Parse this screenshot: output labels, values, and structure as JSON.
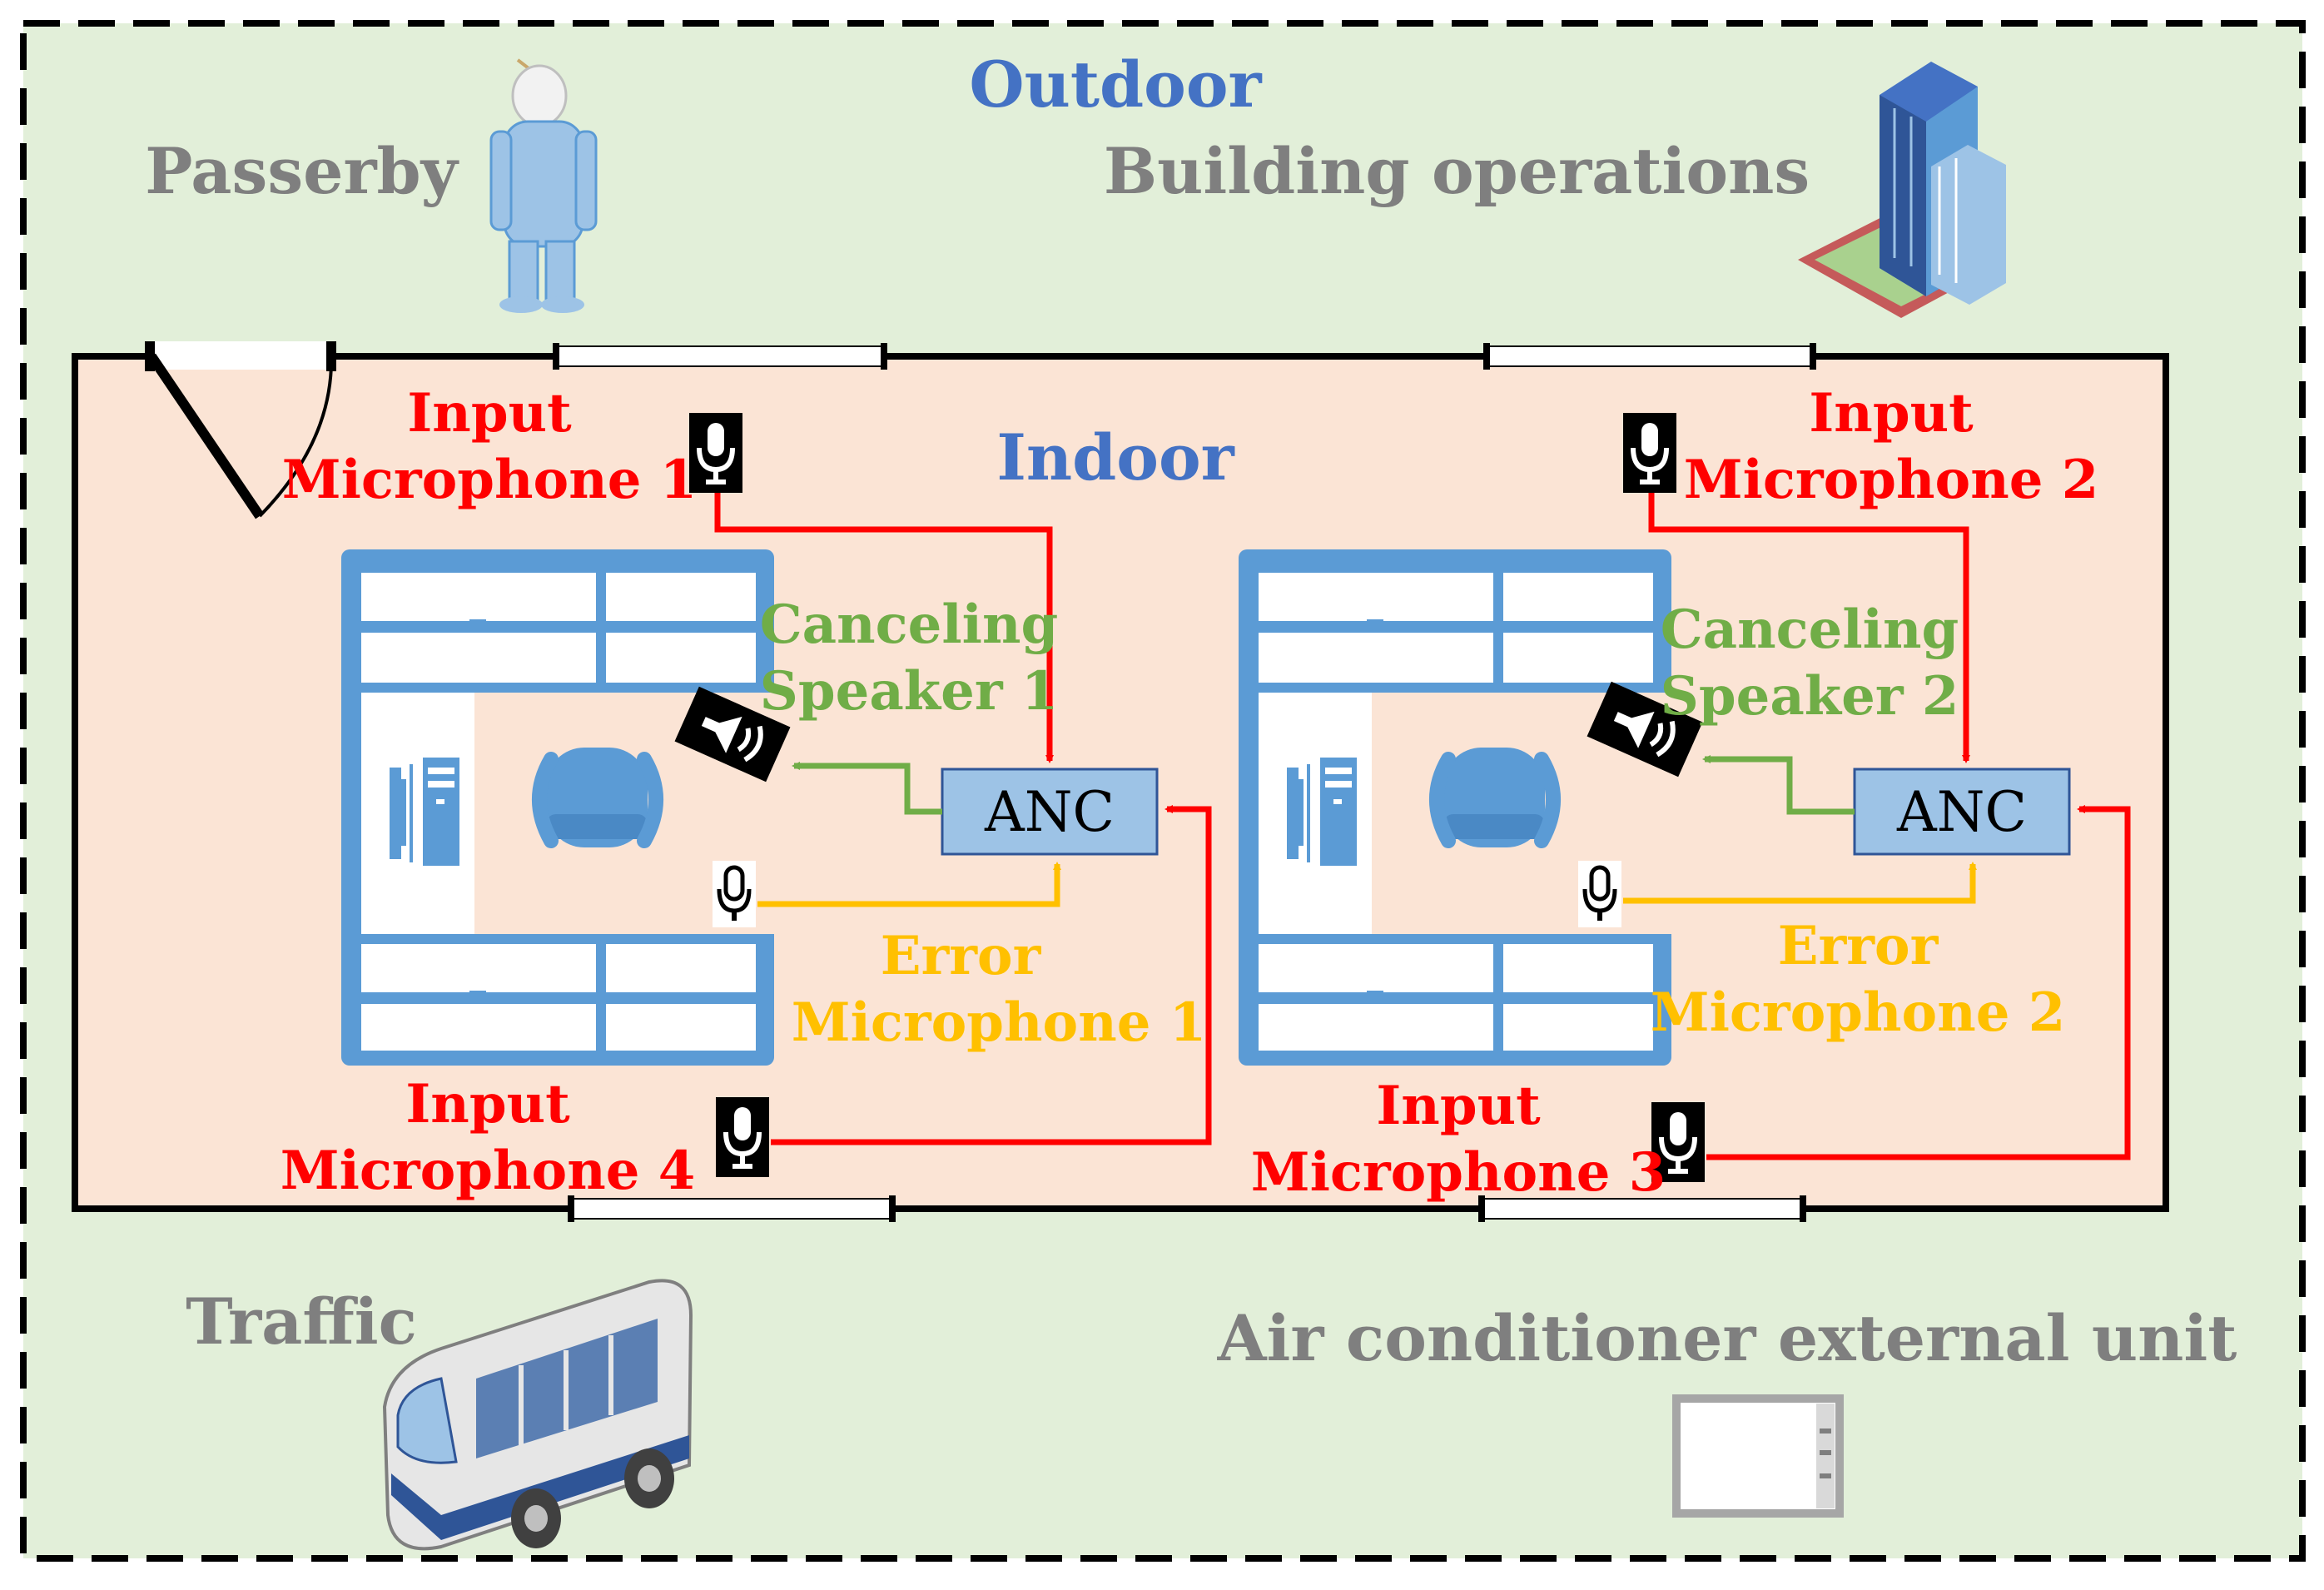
{
  "labels": {
    "outdoor": "Outdoor",
    "indoor": "Indoor",
    "passerby": "Passerby",
    "building_operations": "Building operations",
    "traffic": "Traffic",
    "ac_unit": "Air conditioner external unit",
    "anc": "ANC",
    "input": "Input",
    "error": "Error",
    "input_mic_1": "Microphone 1",
    "input_mic_2": "Microphone 2",
    "input_mic_3": "Microphone 3",
    "input_mic_4": "Microphone 4",
    "canceling": "Canceling",
    "speaker_1": "Speaker 1",
    "speaker_2": "Speaker 2",
    "error_mic_1": "Microphone 1",
    "error_mic_2": "Microphone 2"
  },
  "colors": {
    "outdoor_bg": "#e2efd9",
    "indoor_bg": "#fbe4d5",
    "title_blue": "#4472c4",
    "noise_gray": "#7f7f7f",
    "input_red": "#ff0000",
    "canceling_green": "#70ad47",
    "error_orange": "#ffc000",
    "anc_fill": "#9dc3e6",
    "furniture_blue": "#5b9bd5"
  }
}
